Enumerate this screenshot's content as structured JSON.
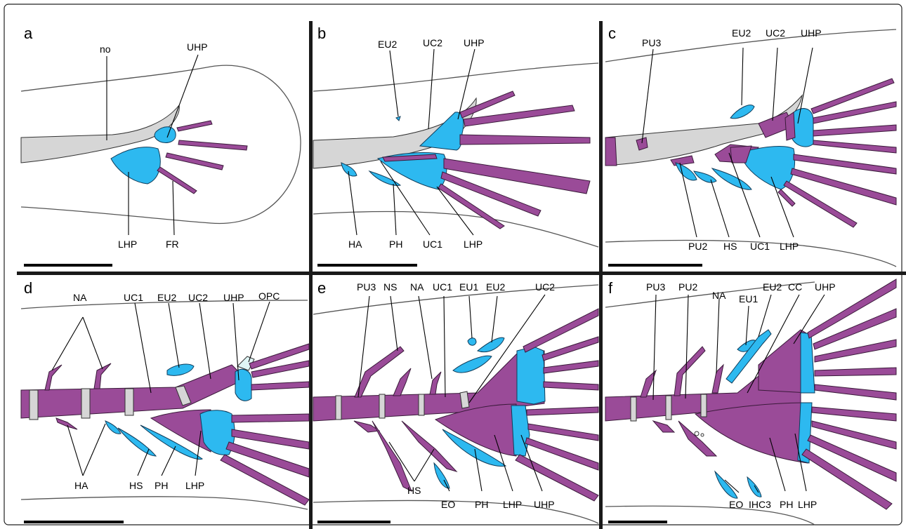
{
  "panels": [
    {
      "id": "a",
      "labels": [
        "no",
        "UHP",
        "LHP",
        "FR"
      ]
    },
    {
      "id": "b",
      "labels": [
        "EU2",
        "UC2",
        "UHP",
        "HA",
        "PH",
        "UC1",
        "LHP"
      ]
    },
    {
      "id": "c",
      "labels": [
        "PU3",
        "EU2",
        "UC2",
        "UHP",
        "PU2",
        "HS",
        "UC1",
        "LHP"
      ]
    },
    {
      "id": "d",
      "labels": [
        "NA",
        "UC1",
        "EU2",
        "UC2",
        "UHP",
        "OPC",
        "HA",
        "HS",
        "PH",
        "LHP"
      ]
    },
    {
      "id": "e",
      "labels": [
        "PU3",
        "NS",
        "NA",
        "UC1",
        "EU1",
        "EU2",
        "UC2",
        "HS",
        "EO",
        "PH",
        "LHP",
        "UHP"
      ]
    },
    {
      "id": "f",
      "labels": [
        "PU3",
        "PU2",
        "NA",
        "EU1",
        "EU2",
        "CC",
        "UHP",
        "EO",
        "IHC3",
        "PH",
        "LHP"
      ]
    }
  ],
  "colors": {
    "cartilage": "#2db9f0",
    "bone": "#9a4b98",
    "notochord": "#d6d6d6",
    "outline": "#555555"
  }
}
